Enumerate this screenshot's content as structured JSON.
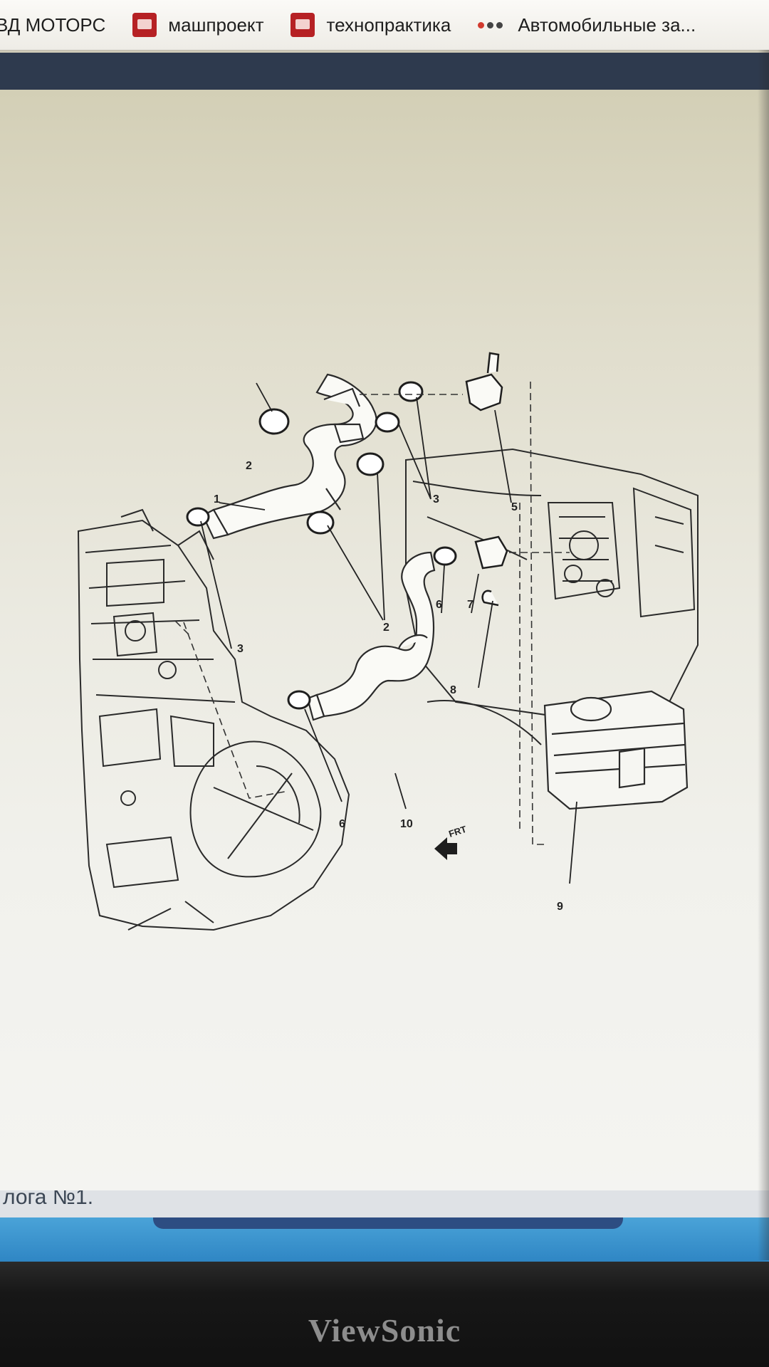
{
  "bookmarks": [
    {
      "label": "ВД МОТОРС",
      "icon": "none"
    },
    {
      "label": "машпроект",
      "icon": "red-app-icon"
    },
    {
      "label": "технопрактика",
      "icon": "red-app-icon"
    },
    {
      "label": "Автомобильные за...",
      "icon": "three-dots-icon"
    }
  ],
  "diagram": {
    "callouts": [
      "1",
      "2",
      "2",
      "3",
      "3",
      "5",
      "6",
      "7",
      "6",
      "8",
      "10",
      "9"
    ],
    "direction_label": "FRT"
  },
  "caption_text": "лога №1.",
  "monitor_brand": "ViewSonic",
  "colors": {
    "navbar": "#2e3a4e",
    "taskbar": "#3a94cf",
    "bezel": "#161616"
  }
}
